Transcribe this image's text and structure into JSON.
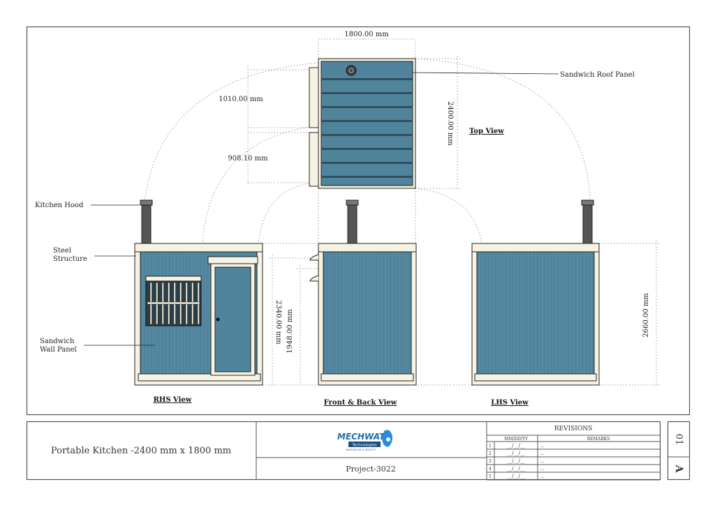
{
  "drawing": {
    "labels": {
      "kitchen_hood": "Kitchen Hood",
      "steel_structure_1": "Steel",
      "steel_structure_2": "Structure",
      "wall_panel_1": "Sandwich",
      "wall_panel_2": "Wall Panel",
      "roof_panel": "Sandwich Roof Panel"
    },
    "dimensions": {
      "width": "1800.00 mm",
      "depth": "2400.00 mm",
      "d1010": "1010.00 mm",
      "d908": "908.10 mm",
      "d2340": "2340.00 mm",
      "d1948": "1948.00 mm",
      "d2660": "2660.00 mm"
    },
    "views": {
      "top": "Top View",
      "rhs": "RHS View",
      "front_back": "Front & Back View",
      "lhs": "LHS View"
    }
  },
  "title_block": {
    "title": "Portable Kitchen -2400 mm x 1800 mm",
    "logo": {
      "name": "MECHWAT",
      "sub": "Technologies",
      "tagline": "INNOVATION IS IDENTITY"
    },
    "project": "Project-3022",
    "revisions": {
      "heading": "REVISIONS",
      "col_date": "MM/DD/YY",
      "col_remarks": "REMARKS",
      "rows": [
        {
          "no": "1",
          "date": "__/__/__",
          "remarks": "..."
        },
        {
          "no": "2",
          "date": "__/__/__",
          "remarks": "..."
        },
        {
          "no": "3",
          "date": "__/__/__",
          "remarks": "..."
        },
        {
          "no": "4",
          "date": "__/__/__",
          "remarks": "..."
        },
        {
          "no": "5",
          "date": "__/__/__",
          "remarks": "..."
        }
      ]
    },
    "sheet": "01",
    "size": "A"
  },
  "colors": {
    "panel": "#4f849c",
    "frame": "#f6f3e4",
    "logo": "#1d6fb5"
  }
}
